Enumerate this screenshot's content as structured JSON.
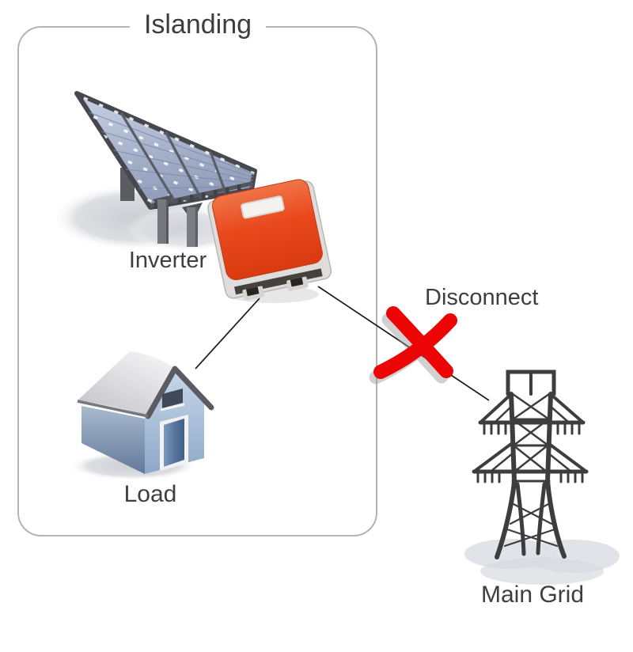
{
  "diagram_title": "Islanding",
  "labels": {
    "inverter": "Inverter",
    "load": "Load",
    "disconnect": "Disconnect",
    "main_grid": "Main Grid"
  },
  "icons": {
    "inverter": "solar-panel-with-inverter-icon",
    "load": "house-icon",
    "main_grid": "transmission-tower-icon",
    "disconnect": "red-x-icon"
  },
  "colors": {
    "box_border": "#b4b4b4",
    "text": "#3e3e3e",
    "connection_line": "#1d1d1d",
    "x_mark_red": "#ec0505",
    "inverter_orange": "#e8481c",
    "panel_blue": "#a9b5cf",
    "house_blue": "#9fb4cc",
    "tower_gray": "#3d3d40"
  }
}
